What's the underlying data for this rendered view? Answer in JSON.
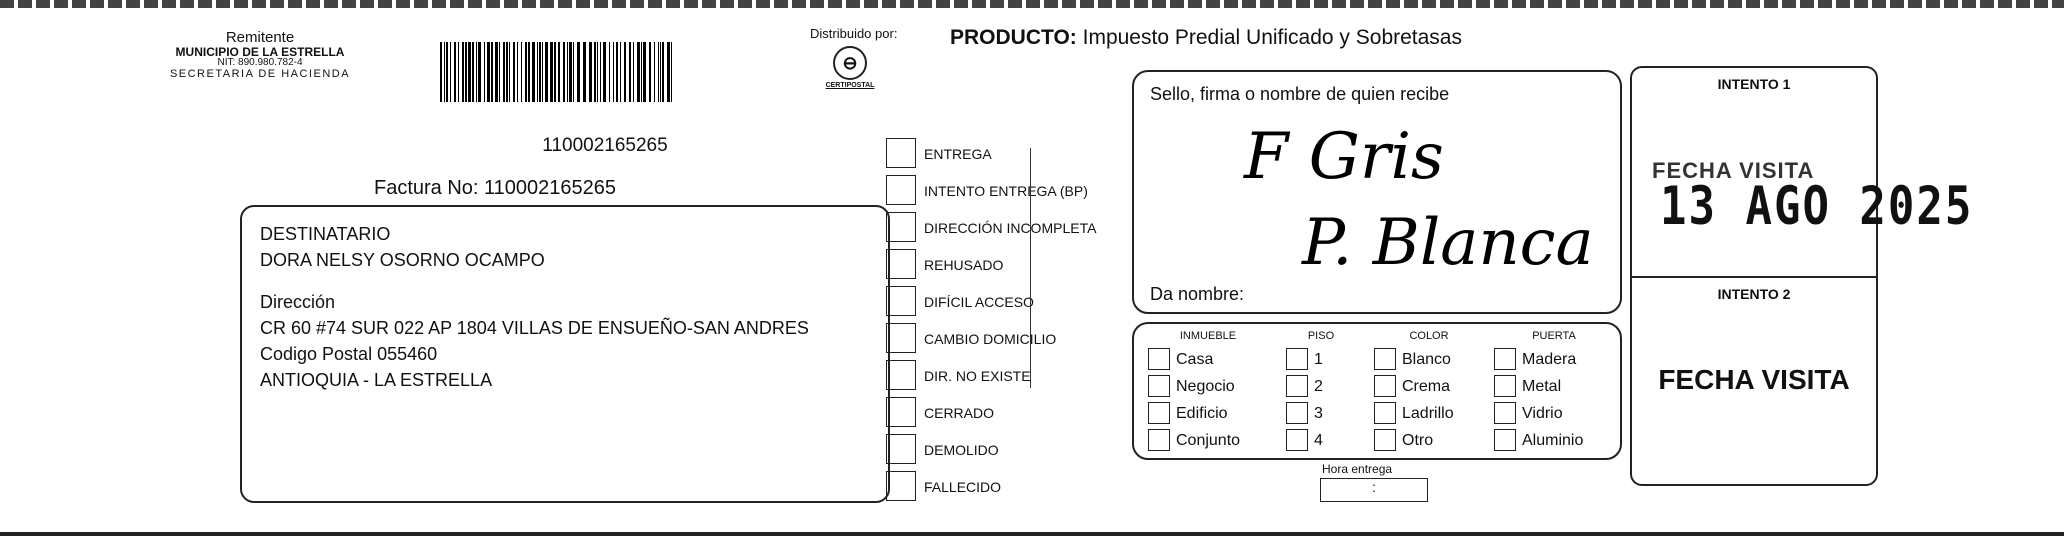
{
  "sender": {
    "label": "Remitente",
    "name": "MUNICIPIO DE LA ESTRELLA",
    "nit": "NIT: 890.980.782-4",
    "dept": "SECRETARIA DE HACIENDA"
  },
  "barcode_number": "110002165265",
  "factura": "Factura No: 110002165265",
  "recipient": {
    "label": "DESTINATARIO",
    "name": "DORA NELSY OSORNO OCAMPO",
    "address_label": "Dirección",
    "address": "CR 60  #74 SUR 022 AP 1804 VILLAS DE ENSUEÑO-SAN ANDRES",
    "postal": "Codigo Postal  055460",
    "city": "ANTIOQUIA - LA ESTRELLA"
  },
  "distributor": {
    "label": "Distribuido por:",
    "logo_text": "CERTIPOSTAL",
    "logo_icon": "certipostal-logo-icon"
  },
  "producto": {
    "label": "PRODUCTO:",
    "value": "Impuesto Predial Unificado y Sobretasas"
  },
  "statuses": [
    "ENTREGA",
    "INTENTO ENTREGA (BP)",
    "DIRECCIÓN INCOMPLETA",
    "REHUSADO",
    "DIFÍCIL ACCESO",
    "CAMBIO DOMICILIO",
    "DIR. NO EXISTE",
    "CERRADO",
    "DEMOLIDO",
    "FALLECIDO"
  ],
  "receiver": {
    "title": "Sello, firma o nombre de quien recibe",
    "handwritten_line1": "F Gris",
    "handwritten_line2": "P. Blanca",
    "da_nombre": "Da nombre:"
  },
  "property": {
    "inmueble": {
      "header": "INMUEBLE",
      "items": [
        "Casa",
        "Negocio",
        "Edificio",
        "Conjunto"
      ]
    },
    "piso": {
      "header": "PISO",
      "items": [
        "1",
        "2",
        "3",
        "4"
      ]
    },
    "color": {
      "header": "COLOR",
      "items": [
        "Blanco",
        "Crema",
        "Ladrillo",
        "Otro"
      ]
    },
    "puerta": {
      "header": "PUERTA",
      "items": [
        "Madera",
        "Metal",
        "Vidrio",
        "Aluminio"
      ]
    }
  },
  "hora": {
    "label": "Hora entrega",
    "value": ":"
  },
  "intento": {
    "one": "INTENTO 1",
    "stamp_label": "FECHA VISITA",
    "stamp_date": "13 AGO 2025",
    "two": "INTENTO 2",
    "fecha_visita": "FECHA VISITA"
  }
}
